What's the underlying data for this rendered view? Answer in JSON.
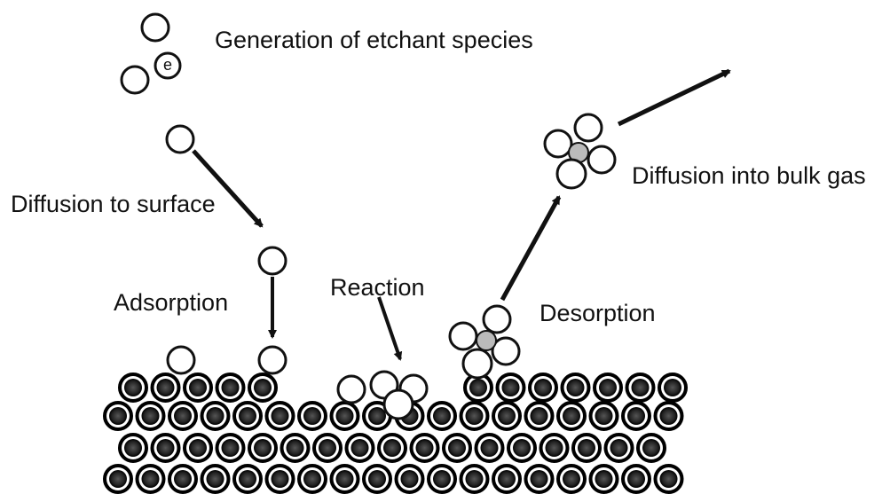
{
  "labels": {
    "generation": "Generation of etchant species",
    "diffusion_to_surface": "Diffusion to surface",
    "adsorption": "Adsorption",
    "reaction": "Reaction",
    "desorption": "Desorption",
    "diffusion_into_bulk": "Diffusion into bulk gas"
  },
  "electron_symbol": "e",
  "colors": {
    "ink": "#111111",
    "atom_fill": "#ffffff",
    "substrate_core": "#2b2b2b",
    "substrate_ring": "#ffffff"
  },
  "steps": [
    "Generation of etchant species",
    "Diffusion to surface",
    "Adsorption",
    "Reaction",
    "Desorption",
    "Diffusion into bulk gas"
  ]
}
